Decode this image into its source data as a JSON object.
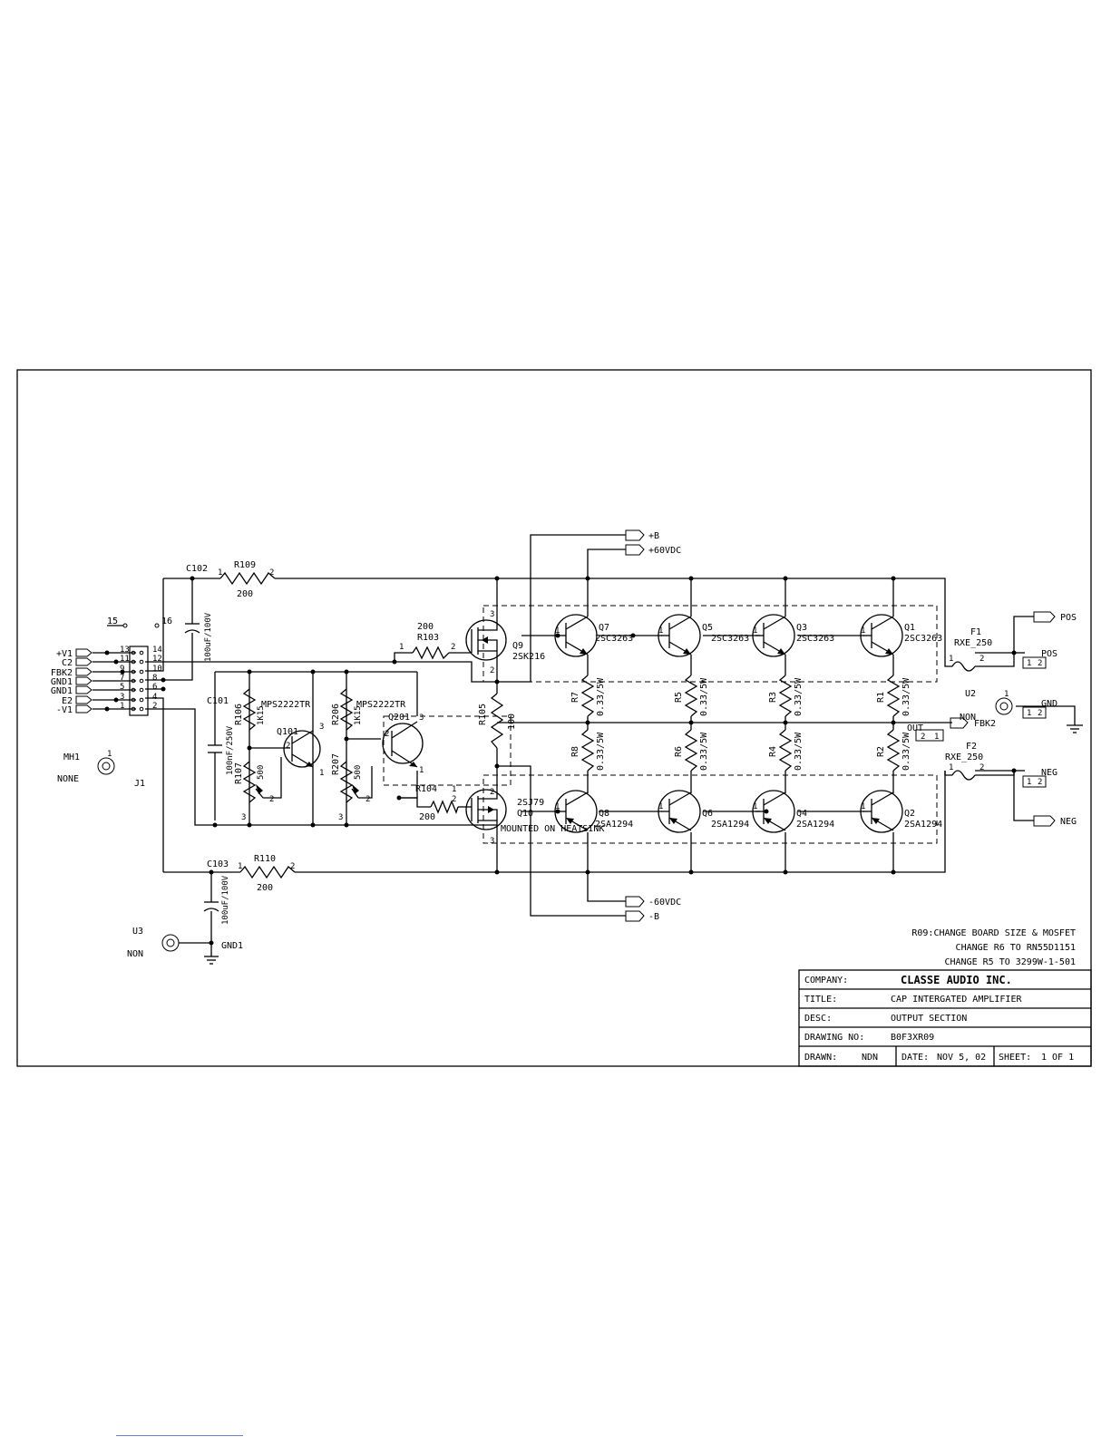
{
  "connector_pins": [
    {
      "net": "+V1",
      "pins": [
        "13",
        "14"
      ]
    },
    {
      "net": "C2",
      "pins": [
        "11",
        "12"
      ]
    },
    {
      "net": "FBK2",
      "pins": [
        "9",
        "10"
      ]
    },
    {
      "net": "GND1",
      "pins": [
        "7",
        "8"
      ]
    },
    {
      "net": "GND1",
      "pins": [
        "5",
        "6"
      ]
    },
    {
      "net": "E2",
      "pins": [
        "3",
        "4"
      ]
    },
    {
      "net": "-V1",
      "pins": [
        "1",
        "2"
      ]
    }
  ],
  "components": {
    "j1": "J1",
    "mh1": "MH1",
    "mh1_value": "NONE",
    "u3": "U3",
    "u3_value": "NON",
    "gnd1": "GND1",
    "u2": "U2",
    "u2_value": "NON",
    "c102": "C102",
    "c102_value": "100uF/100V",
    "c103": "C103",
    "c103_value": "100uF/100V",
    "c101": "C101",
    "c101_value": "100nF/250V",
    "r109": "R109",
    "r109_value": "200",
    "r110": "R110",
    "r110_value": "200",
    "r103": "R103",
    "r103_value": "200",
    "r104": "R104",
    "r104_value": "200",
    "r105": "R105",
    "r105_value": "100",
    "r106": "R106",
    "r106_value": "1K15",
    "r206": "R206",
    "r206_value": "1K15",
    "r107": "R107",
    "r107_value": "500",
    "r207": "R207",
    "r207_value": "500",
    "q101": "Q101",
    "q101_value": "MPS2222TR",
    "q201": "Q201",
    "q201_value": "MPS2222TR",
    "q9": "Q9",
    "q9_value": "2SK216",
    "q10": "Q10",
    "q10_value": "2SJ79",
    "heatsink_note": "MOUNTED ON HEATSINK",
    "f1": "F1",
    "f1_value": "RXE_250",
    "f2": "F2",
    "f2_value": "RXE_250",
    "pin15": "15",
    "pin16": "16"
  },
  "npn_transistors": [
    {
      "ref": "Q7",
      "part": "2SC3263"
    },
    {
      "ref": "Q5",
      "part": "2SC3263"
    },
    {
      "ref": "Q3",
      "part": "2SC3263"
    },
    {
      "ref": "Q1",
      "part": "2SC3263"
    }
  ],
  "pnp_transistors": [
    {
      "ref": "Q8",
      "part": "2SA1294"
    },
    {
      "ref": "Q6",
      "part": "2SA1294"
    },
    {
      "ref": "Q4",
      "part": "2SA1294"
    },
    {
      "ref": "Q2",
      "part": "2SA1294"
    }
  ],
  "emitter_resistors_top": [
    {
      "ref": "R7",
      "value": "0.33/5W"
    },
    {
      "ref": "R5",
      "value": "0.33/5W"
    },
    {
      "ref": "R3",
      "value": "0.33/5W"
    },
    {
      "ref": "R1",
      "value": "0.33/5W"
    }
  ],
  "emitter_resistors_bottom": [
    {
      "ref": "R8",
      "value": "0.33/5W"
    },
    {
      "ref": "R6",
      "value": "0.33/5W"
    },
    {
      "ref": "R4",
      "value": "0.33/5W"
    },
    {
      "ref": "R2",
      "value": "0.33/5W"
    }
  ],
  "net_labels": {
    "plus_b": "+B",
    "plus_60": "+60VDC",
    "minus_60": "-60VDC",
    "minus_b": "-B",
    "pos_out": "POS",
    "pos_conn": "POS",
    "gnd_conn": "GND",
    "fbk2": "FBK2",
    "out": "OUT",
    "neg_conn": "NEG",
    "neg_out": "NEG"
  },
  "revision_notes": [
    "R09:CHANGE BOARD SIZE & MOSFET",
    "CHANGE R6 TO RN55D1151",
    "CHANGE R5 TO 3299W-1-501"
  ],
  "title_block": {
    "company_label": "COMPANY:",
    "company": "CLASSE AUDIO INC.",
    "title_label": "TITLE:",
    "title": "CAP INTERGATED AMPLIFIER",
    "desc_label": "DESC:",
    "desc": "OUTPUT SECTION",
    "drawing_no_label": "DRAWING NO:",
    "drawing_no": "B0F3XR09",
    "drawn_label": "DRAWN:",
    "drawn": "NDN",
    "date_label": "DATE:",
    "date": "NOV 5, 02",
    "sheet_label": "SHEET:",
    "sheet": "1 OF 1"
  }
}
